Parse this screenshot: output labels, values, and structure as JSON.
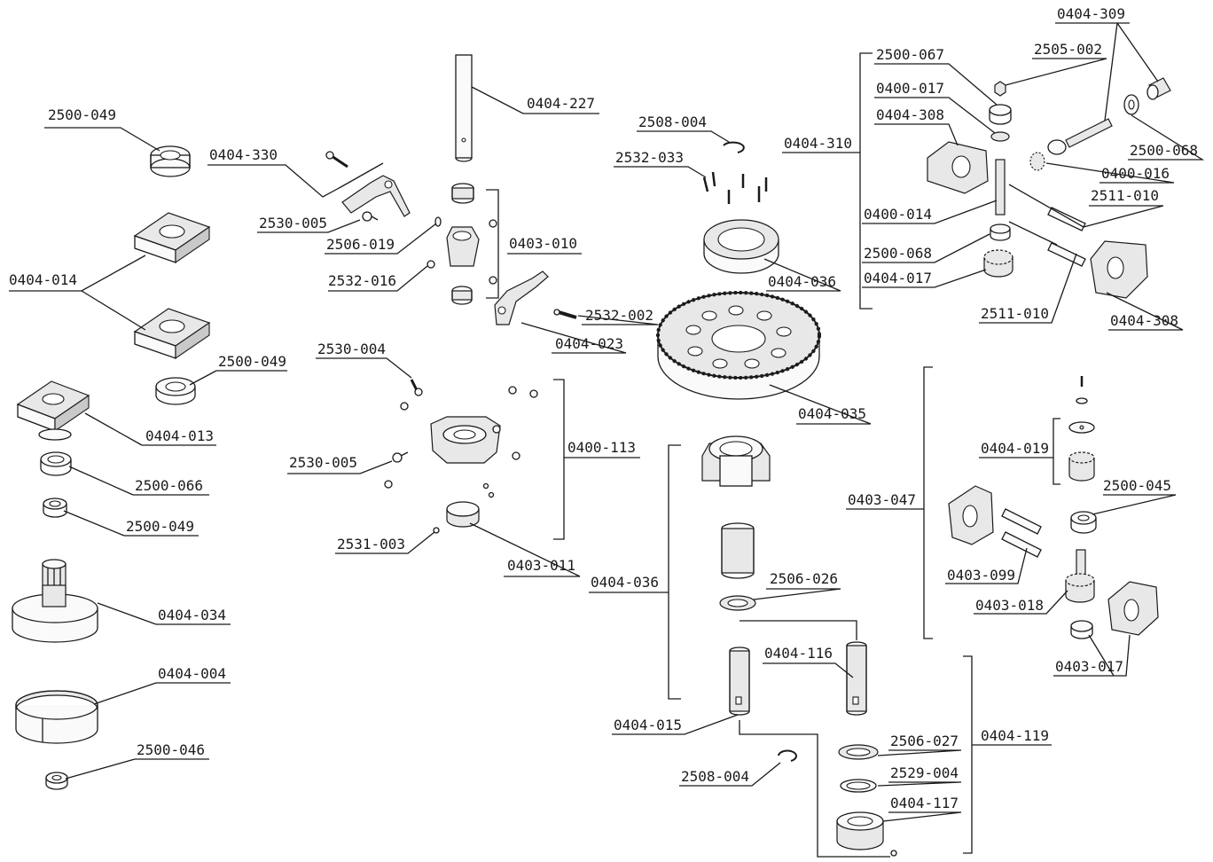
{
  "labels": {
    "l_0404_309": "0404-309",
    "l_2505_002": "2505-002",
    "l_2500_067": "2500-067",
    "l_0400_017": "0400-017",
    "l_0404_308_top": "0404-308",
    "l_0404_310": "0404-310",
    "l_2500_068_r": "2500-068",
    "l_0400_016": "0400-016",
    "l_2511_010_top": "2511-010",
    "l_0400_014": "0400-014",
    "l_2500_068_l": "2500-068",
    "l_0404_017": "0404-017",
    "l_2511_010_bot": "2511-010",
    "l_0404_308_bot": "0404-308",
    "l_0404_227": "0404-227",
    "l_2508_004_top": "2508-004",
    "l_2532_033": "2532-033",
    "l_0404_036_top": "0404-036",
    "l_0404_035": "0404-035",
    "l_2500_049_a": "2500-049",
    "l_0404_330": "0404-330",
    "l_2530_005_top": "2530-005",
    "l_2506_019": "2506-019",
    "l_0403_010": "0403-010",
    "l_2532_016": "2532-016",
    "l_2532_002": "2532-002",
    "l_0404_023": "0404-023",
    "l_0404_014": "0404-014",
    "l_2500_049_b": "2500-049",
    "l_0404_013": "0404-013",
    "l_2500_066": "2500-066",
    "l_2500_049_c": "2500-049",
    "l_0404_034": "0404-034",
    "l_0404_004": "0404-004",
    "l_2500_046": "2500-046",
    "l_2530_004": "2530-004",
    "l_0400_113": "0400-113",
    "l_2530_005_mid": "2530-005",
    "l_2531_003": "2531-003",
    "l_0403_011": "0403-011",
    "l_0404_036_mid": "0404-036",
    "l_2506_026": "2506-026",
    "l_0404_116": "0404-116",
    "l_0404_015": "0404-015",
    "l_2508_004_bot": "2508-004",
    "l_2506_027": "2506-027",
    "l_2529_004": "2529-004",
    "l_0404_117": "0404-117",
    "l_0404_119": "0404-119",
    "l_0404_019": "0404-019",
    "l_2500_045": "2500-045",
    "l_0403_047": "0403-047",
    "l_0403_099": "0403-099",
    "l_0403_018": "0403-018",
    "l_0403_017": "0403-017"
  }
}
